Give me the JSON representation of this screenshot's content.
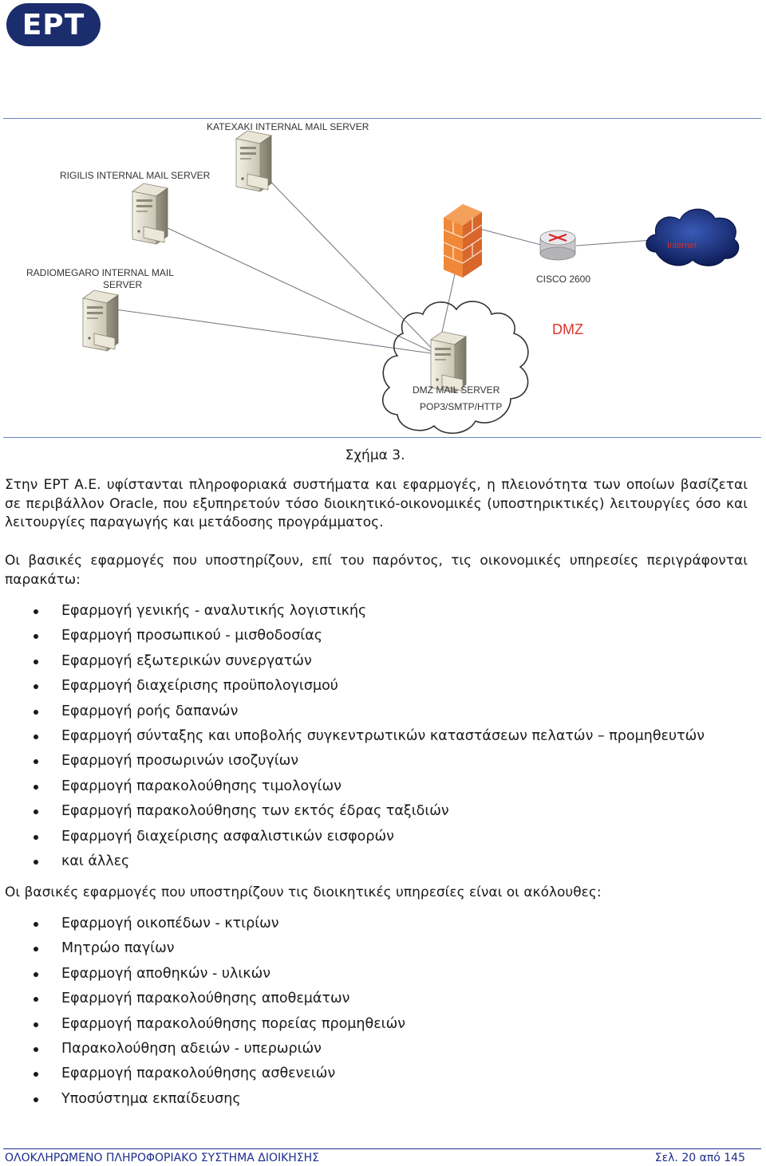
{
  "header": {
    "logo_text": "ΕΡΤ"
  },
  "diagram": {
    "labels": {
      "katexaki": "KATEXAKI INTERNAL MAIL SERVER",
      "rigilis": "RIGILIS INTERNAL MAIL SERVER",
      "radiomegaro_1": "RADIOMEGARO INTERNAL MAIL",
      "radiomegaro_2": "SERVER",
      "cisco": "CISCO 2600",
      "dmz": "DMZ",
      "dmz_server": "DMZ MAIL SERVER",
      "dmz_protocols": "POP3/SMTP/HTTP",
      "internet": "Internet"
    },
    "colors": {
      "dmz": "#e0332e",
      "cloud": "#1e3a8a",
      "firewall": "#e8822a"
    }
  },
  "caption": "Σχήμα 3.",
  "paragraphs": {
    "intro": "Στην ΕΡΤ Α.Ε. υφίστανται πληροφοριακά συστήματα και εφαρμογές, η πλειονότητα των οποίων βασίζεται σε περιβάλλον Oracle, που εξυπηρετούν τόσο διοικητικό-οικονομικές (υποστηρικτικές) λειτουργίες όσο και λειτουργίες παραγωγής και μετάδοσης προγράμματος.",
    "financial": "Οι βασικές εφαρμογές που υποστηρίζουν, επί του παρόντος, τις οικονομικές υπηρεσίες περιγράφονται παρακάτω:",
    "administrative": "Οι βασικές εφαρμογές που υποστηρίζουν τις διοικητικές υπηρεσίες είναι οι ακόλουθες:"
  },
  "financial_apps": [
    "Εφαρμογή γενικής - αναλυτικής λογιστικής",
    "Εφαρμογή προσωπικού - μισθοδοσίας",
    "Εφαρμογή εξωτερικών συνεργατών",
    "Εφαρμογή διαχείρισης προϋπολογισμού",
    "Εφαρμογή ροής δαπανών",
    "Εφαρμογή σύνταξης και υποβολής συγκεντρωτικών καταστάσεων πελατών – προμηθευτών",
    "Εφαρμογή προσωρινών ισοζυγίων",
    "Εφαρμογή παρακολούθησης  τιμολογίων",
    "Εφαρμογή παρακολούθησης των εκτός έδρας ταξιδιών",
    "Εφαρμογή διαχείρισης ασφαλιστικών εισφορών",
    "και άλλες"
  ],
  "admin_apps": [
    "Εφαρμογή οικοπέδων - κτιρίων",
    "Μητρώο παγίων",
    "Εφαρμογή αποθηκών - υλικών",
    "Εφαρμογή παρακολούθησης αποθεμάτων",
    "Εφαρμογή παρακολούθησης πορείας προμηθειών",
    "Παρακολούθηση αδειών - υπερωριών",
    "Εφαρμογή παρακολούθησης  ασθενειών",
    "Υποσύστημα εκπαίδευσης"
  ],
  "footer": {
    "title": "ΟΛΟΚΛΗΡΩΜΕΝΟ ΠΛΗΡΟΦΟΡΙΑΚΟ ΣΥΣΤΗΜΑ ΔΙΟΙΚΗΣΗΣ",
    "page": "Σελ. 20 από 145"
  }
}
